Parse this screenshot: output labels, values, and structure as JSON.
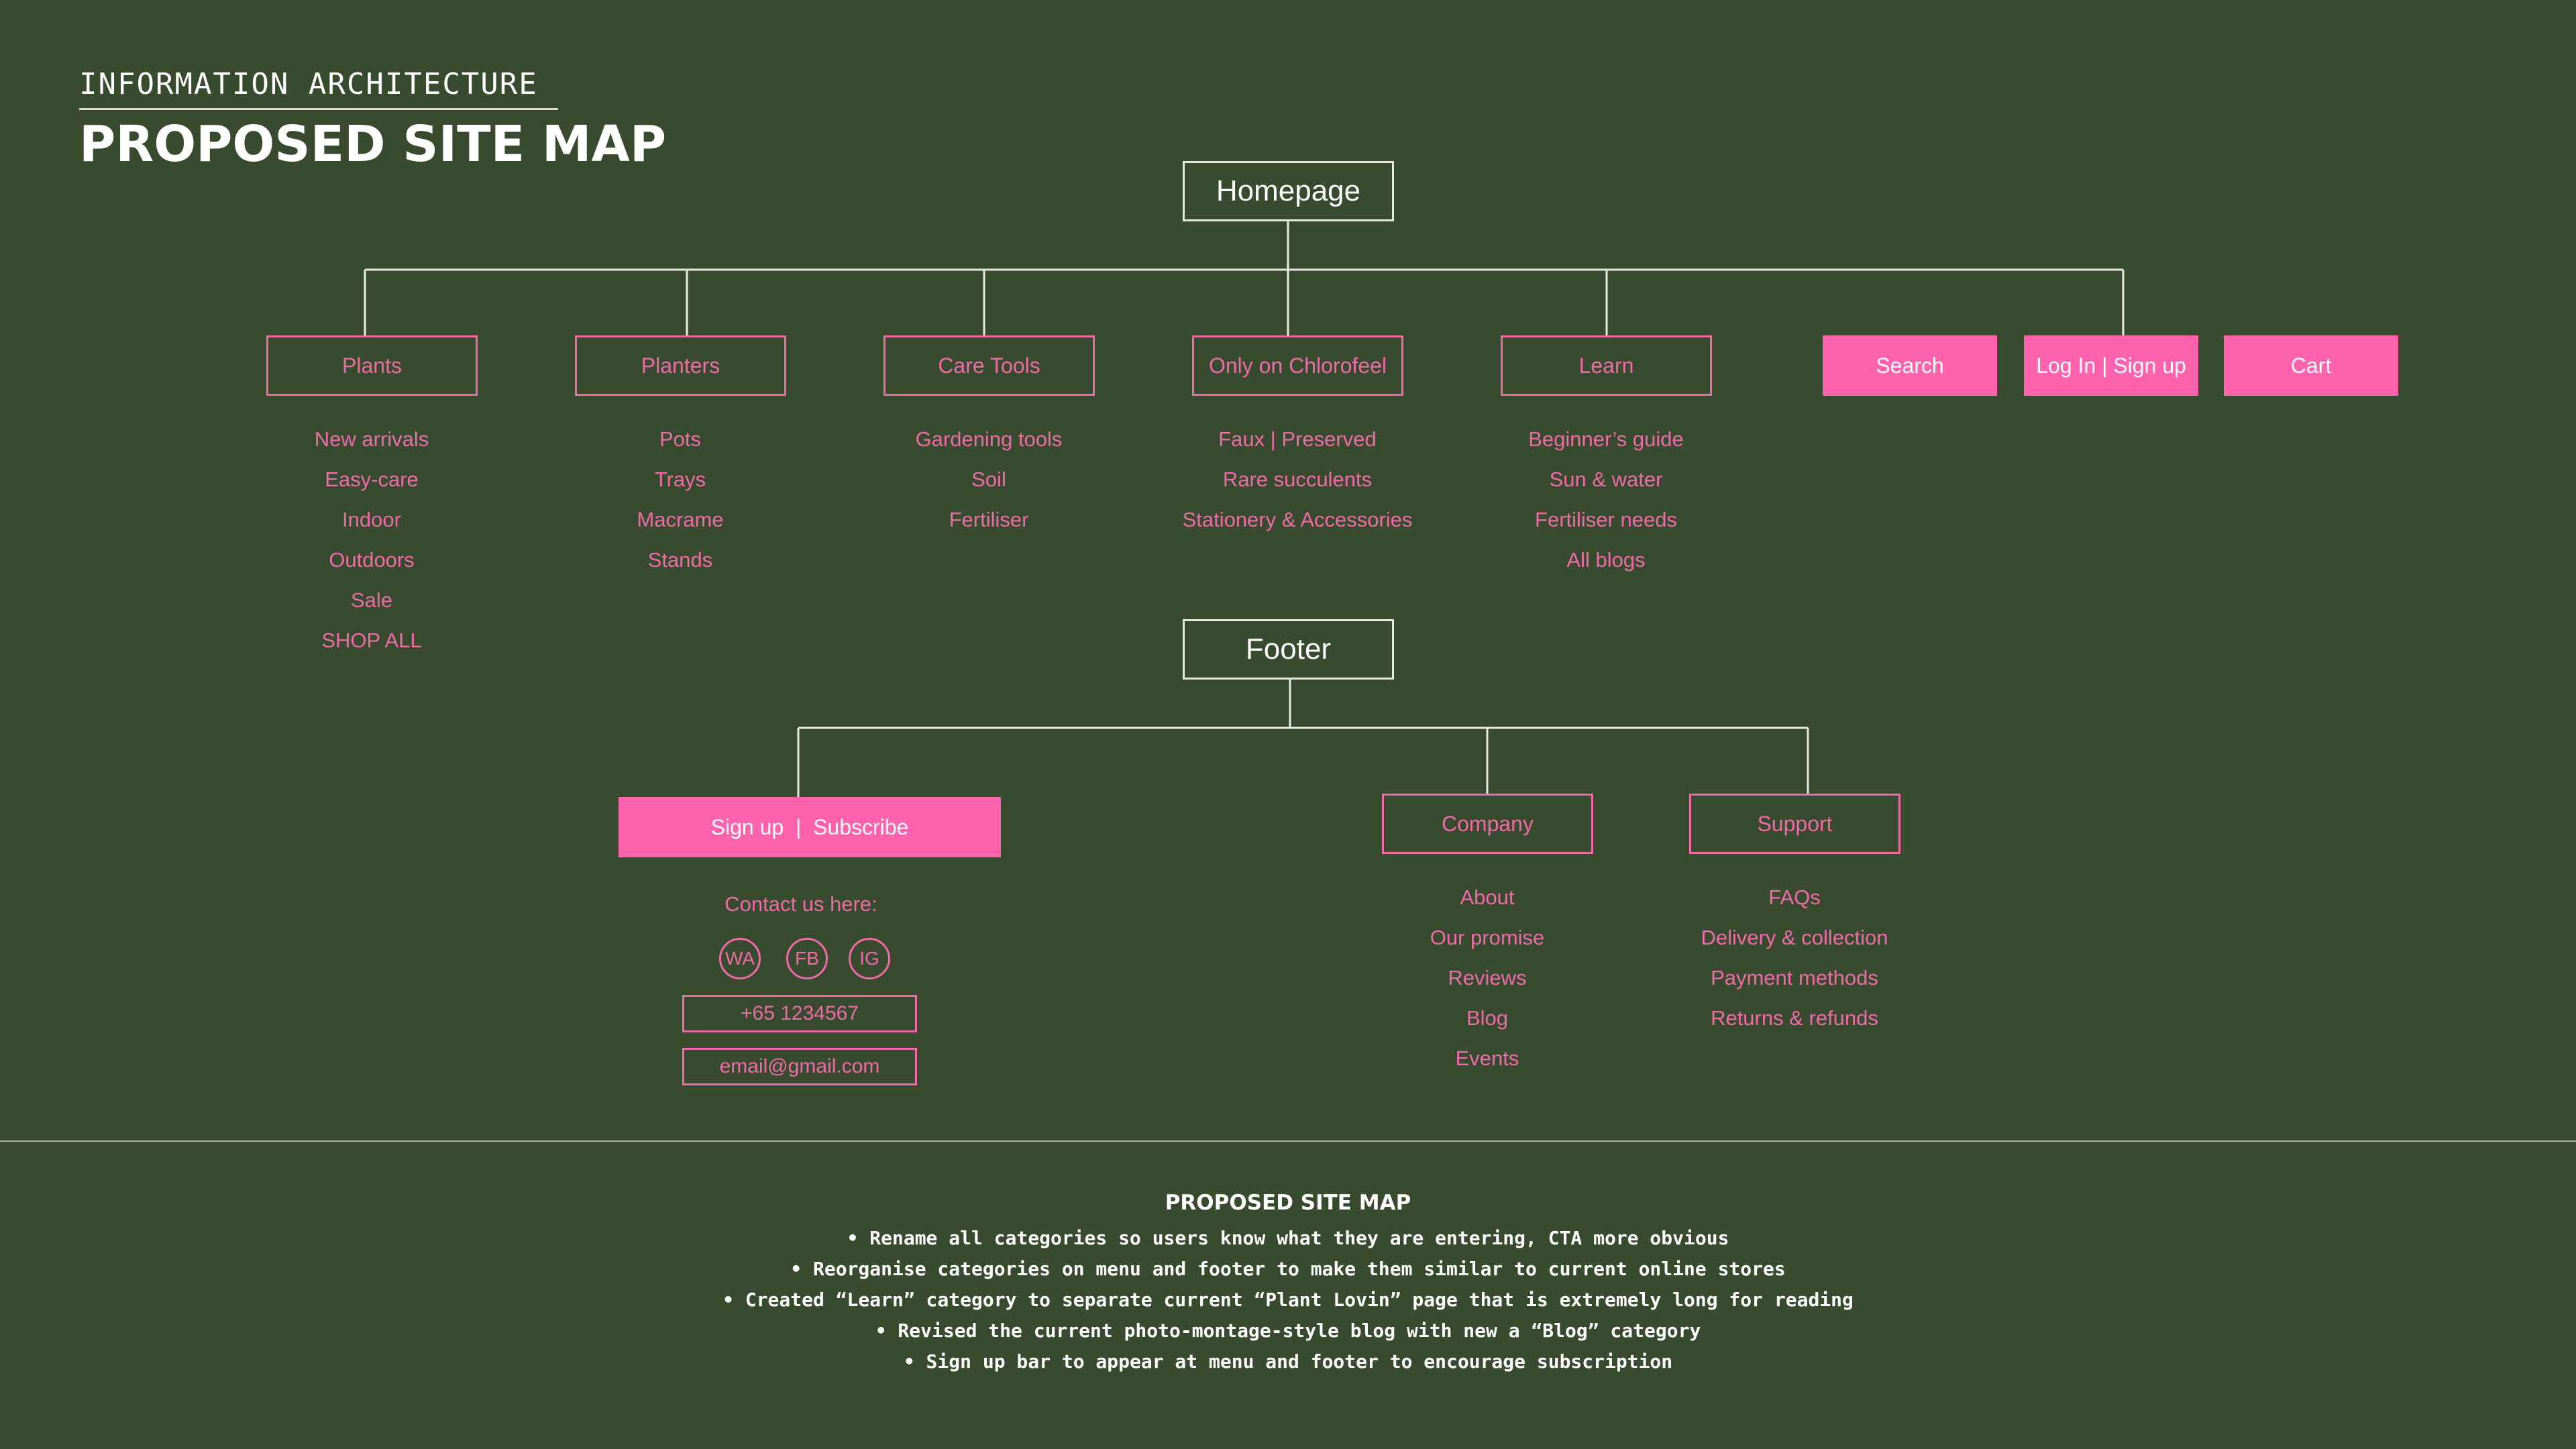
{
  "header": {
    "eyebrow": "INFORMATION ARCHITECTURE",
    "title": "PROPOSED SITE MAP"
  },
  "homepage": {
    "label": "Homepage",
    "categories": [
      {
        "label": "Plants",
        "items": [
          "New arrivals",
          "Easy-care",
          "Indoor",
          "Outdoors",
          "Sale",
          "SHOP ALL"
        ]
      },
      {
        "label": "Planters",
        "items": [
          "Pots",
          "Trays",
          "Macrame",
          "Stands"
        ]
      },
      {
        "label": "Care Tools",
        "items": [
          "Gardening tools",
          "Soil",
          "Fertiliser"
        ]
      },
      {
        "label": "Only on Chlorofeel",
        "items": [
          "Faux | Preserved",
          "Rare succulents",
          "Stationery & Accessories"
        ]
      },
      {
        "label": "Learn",
        "items": [
          "Beginner’s guide",
          "Sun & water",
          "Fertiliser needs",
          "All blogs"
        ]
      }
    ],
    "actions": {
      "search": "Search",
      "login": "Log In | Sign up",
      "cart": "Cart"
    }
  },
  "footer": {
    "label": "Footer",
    "signup": "Sign up  |  Subscribe",
    "contact_label": "Contact us here:",
    "social": [
      "WA",
      "FB",
      "IG"
    ],
    "phone": "+65 1234567",
    "email": "email@gmail.com",
    "company": {
      "label": "Company",
      "items": [
        "About",
        "Our promise",
        "Reviews",
        "Blog",
        "Events"
      ]
    },
    "support": {
      "label": "Support",
      "items": [
        "FAQs",
        "Delivery & collection",
        "Payment methods",
        "Returns & refunds"
      ]
    }
  },
  "notes": {
    "title": "PROPOSED SITE MAP",
    "items": [
      "• Rename all categories so users know what they are entering, CTA more obvious",
      "• Reorganise categories on menu and footer to make them similar to current online stores",
      "• Created “Learn” category to separate current “Plant Lovin” page that is extremely long for reading",
      "• Revised the current photo-montage-style blog with new a “Blog” category",
      "• Sign up bar to appear at menu and footer to encourage subscription"
    ]
  },
  "colors": {
    "background": "#394b2f",
    "accent_pink": "#ff63ae",
    "text_pink": "#ee6ba8",
    "line": "#e8eadf"
  }
}
